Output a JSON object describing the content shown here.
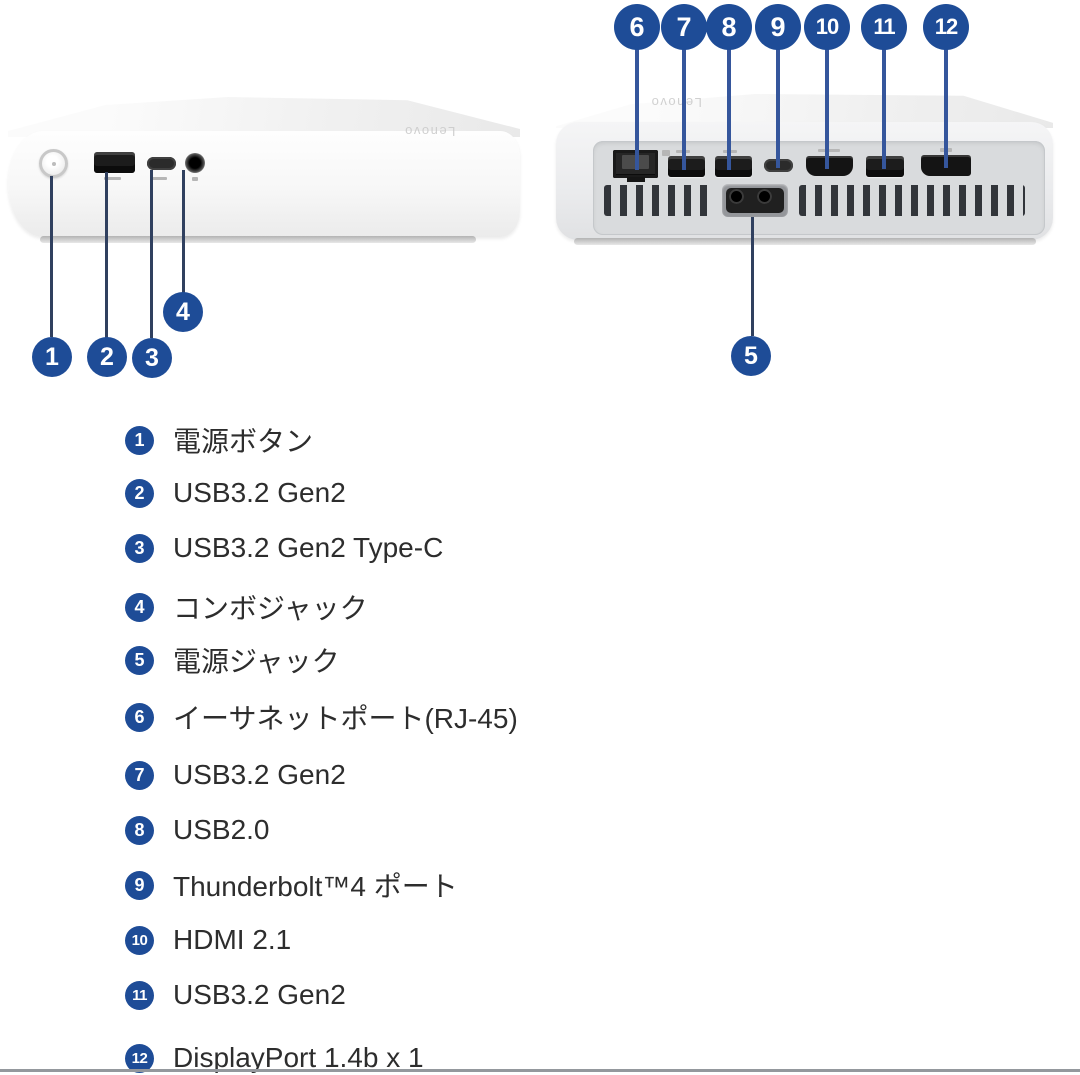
{
  "brand": "Lenovo",
  "colors": {
    "callout_blue": "#1e4c97",
    "leader_line_dark": "#30405f",
    "leader_line_blue": "#35569c",
    "legend_text": "#2d2d2d"
  },
  "front_view": {
    "callouts": [
      "1",
      "2",
      "3",
      "4"
    ]
  },
  "rear_view": {
    "top_callouts": [
      "6",
      "7",
      "8",
      "9",
      "10",
      "11",
      "12"
    ],
    "power_callout": "5"
  },
  "legend": {
    "items": [
      {
        "number": "1",
        "label": "電源ボタン"
      },
      {
        "number": "2",
        "label": "USB3.2 Gen2"
      },
      {
        "number": "3",
        "label": "USB3.2 Gen2 Type-C"
      },
      {
        "number": "4",
        "label": "コンボジャック"
      },
      {
        "number": "5",
        "label": "電源ジャック"
      },
      {
        "number": "6",
        "label": "イーサネットポート(RJ-45)"
      },
      {
        "number": "7",
        "label": "USB3.2 Gen2"
      },
      {
        "number": "8",
        "label": "USB2.0"
      },
      {
        "number": "9",
        "label": "Thunderbolt™4 ポート"
      },
      {
        "number": "10",
        "label": "HDMI 2.1"
      },
      {
        "number": "11",
        "label": "USB3.2 Gen2"
      },
      {
        "number": "12",
        "label": "DisplayPort 1.4b x 1"
      }
    ]
  }
}
